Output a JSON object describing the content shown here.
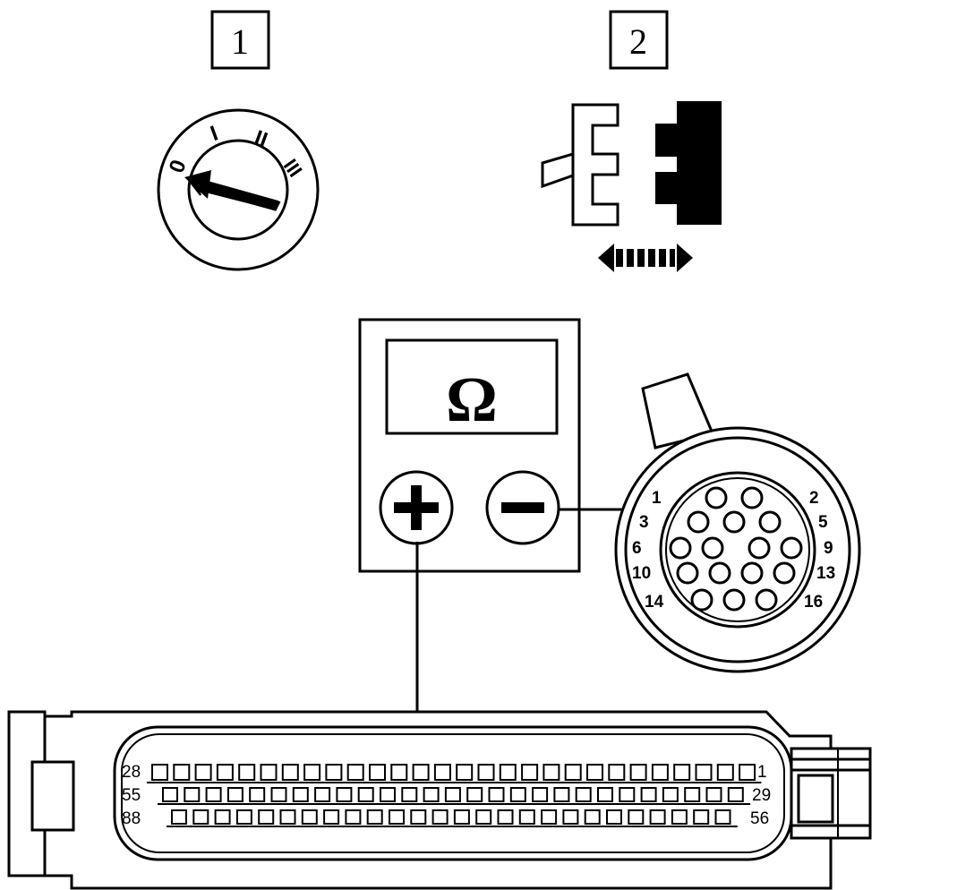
{
  "steps": [
    {
      "label": "1",
      "desc_icon": "ignition-switch-icon"
    },
    {
      "label": "2",
      "desc_icon": "disconnect-connector-icon"
    }
  ],
  "ignition": {
    "positions": [
      "0",
      "I",
      "II",
      "III"
    ]
  },
  "meter": {
    "symbol": "Ω",
    "plus_icon": "plus-icon",
    "minus_icon": "minus-icon"
  },
  "round_connector": {
    "labels_left": [
      "1",
      "3",
      "6",
      "10",
      "14"
    ],
    "labels_right": [
      "2",
      "5",
      "9",
      "13",
      "16"
    ]
  },
  "ecu_connector": {
    "row_labels_left": [
      "28",
      "55",
      "88"
    ],
    "row_labels_right": [
      "1",
      "29",
      "56"
    ]
  }
}
